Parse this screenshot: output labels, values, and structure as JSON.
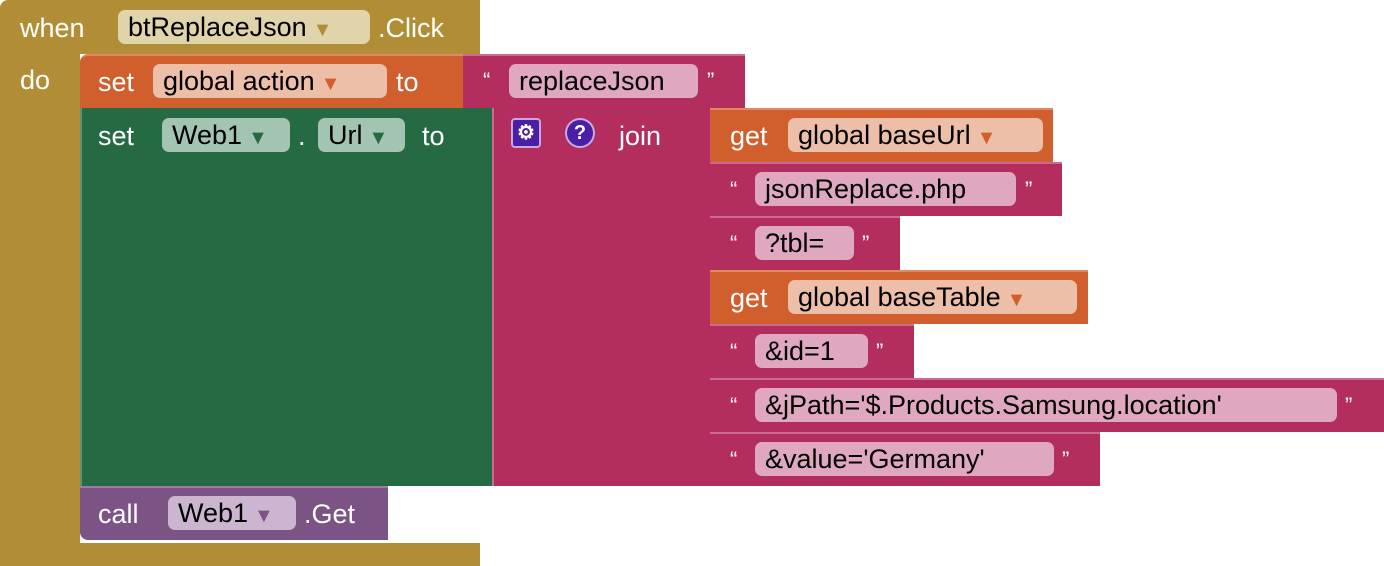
{
  "event": {
    "when": "when",
    "component": "btReplaceJson",
    "event": ".Click",
    "do": "do"
  },
  "set_global": {
    "set": "set",
    "var": "global action",
    "to": "to",
    "value": "replaceJson"
  },
  "set_prop": {
    "set": "set",
    "component": "Web1",
    "dot": ".",
    "prop": "Url",
    "to": "to"
  },
  "join": {
    "label": "join",
    "items": [
      {
        "type": "get",
        "get": "get",
        "var": "global baseUrl"
      },
      {
        "type": "text",
        "value": "jsonReplace.php"
      },
      {
        "type": "text",
        "value": "?tbl="
      },
      {
        "type": "get",
        "get": "get",
        "var": "global baseTable"
      },
      {
        "type": "text",
        "value": "&id=1"
      },
      {
        "type": "text",
        "value": "&jPath='$.Products.Samsung.location'"
      },
      {
        "type": "text",
        "value": "&value='Germany'"
      }
    ]
  },
  "call": {
    "call": "call",
    "component": "Web1",
    "method": ".Get"
  },
  "quotes": {
    "open": "“",
    "close": "”"
  },
  "dropdown_arrow": "▼",
  "colors": {
    "event": "#b18e35",
    "variable": "#d05f2d",
    "text": "#b32d5e",
    "component_set": "#266a43",
    "component_call": "#7c5385"
  }
}
